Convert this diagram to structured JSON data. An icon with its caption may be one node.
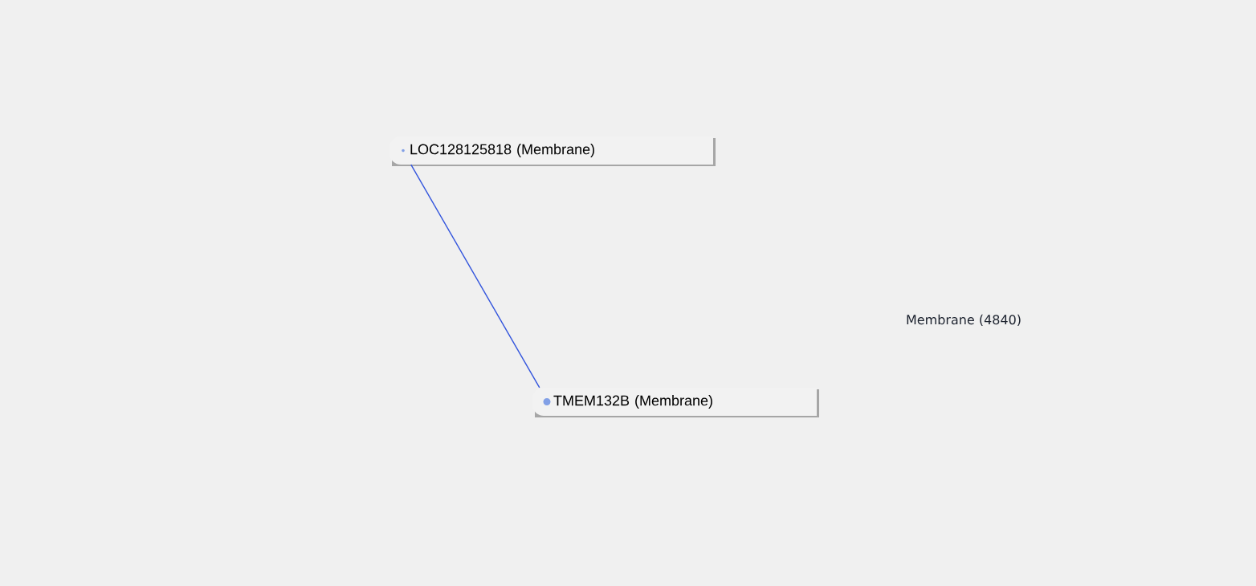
{
  "diagram": {
    "nodes": [
      {
        "text": [
          "LOC128125818 (Membrane)"
        ]
      },
      {
        "text": [
          "TMEM132B (Membrane)"
        ]
      }
    ],
    "edges": [
      {
        "from": 0,
        "to": 1,
        "arrow": "none",
        "color": "#3355dd"
      }
    ],
    "labels": [
      "Membrane (4840)"
    ]
  }
}
